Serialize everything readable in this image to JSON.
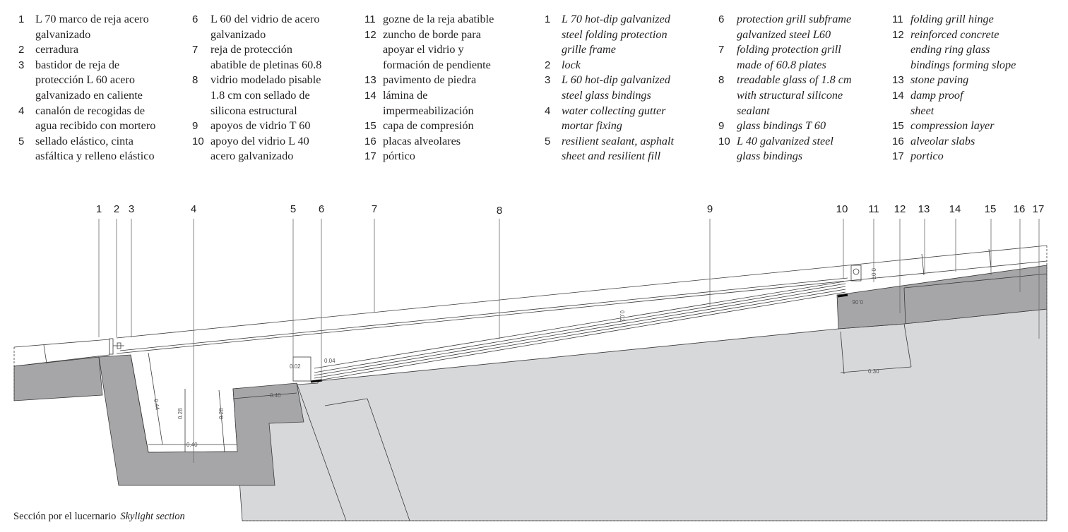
{
  "legend": {
    "spanish": [
      {
        "num": "1",
        "text": "L 70 marco de reja acero\ngalvanizado"
      },
      {
        "num": "2",
        "text": "cerradura"
      },
      {
        "num": "3",
        "text": "bastidor de reja de\nprotección L 60 acero\ngalvanizado en caliente"
      },
      {
        "num": "4",
        "text": "canalón de recogidas de\nagua recibido con mortero"
      },
      {
        "num": "5",
        "text": "sellado elástico, cinta\nasfáltica y relleno elástico"
      },
      {
        "num": "6",
        "text": "L 60 del vidrio de acero\ngalvanizado"
      },
      {
        "num": "7",
        "text": "reja de protección\nabatible de pletinas 60.8"
      },
      {
        "num": "8",
        "text": "vidrio modelado pisable\n1.8 cm con sellado de\nsilicona estructural"
      },
      {
        "num": "9",
        "text": "apoyos de vidrio T 60"
      },
      {
        "num": "10",
        "text": "apoyo del vidrio L 40\nacero galvanizado"
      },
      {
        "num": "11",
        "text": "gozne de la reja abatible"
      },
      {
        "num": "12",
        "text": "zuncho de borde para\napoyar el vidrio y\nformación de pendiente"
      },
      {
        "num": "13",
        "text": "pavimento de piedra"
      },
      {
        "num": "14",
        "text": "lámina de\nimpermeabilización"
      },
      {
        "num": "15",
        "text": "capa de compresión"
      },
      {
        "num": "16",
        "text": "placas alveolares"
      },
      {
        "num": "17",
        "text": "pórtico"
      }
    ],
    "english": [
      {
        "num": "1",
        "text": "L 70 hot-dip galvanized\nsteel folding protection\ngrille frame"
      },
      {
        "num": "2",
        "text": "lock"
      },
      {
        "num": "3",
        "text": "L 60 hot-dip galvanized\nsteel glass bindings"
      },
      {
        "num": "4",
        "text": "water collecting gutter\nmortar fixing"
      },
      {
        "num": "5",
        "text": "resilient sealant, asphalt\nsheet and resilient fill"
      },
      {
        "num": "6",
        "text": "protection grill subframe\ngalvanized steel L60"
      },
      {
        "num": "7",
        "text": "folding protection grill\nmade of 60.8 plates"
      },
      {
        "num": "8",
        "text": "treadable glass of 1.8 cm\nwith structural silicone\nsealant"
      },
      {
        "num": "9",
        "text": "glass bindings T 60"
      },
      {
        "num": "10",
        "text": "L 40 galvanized steel\nglass bindings"
      },
      {
        "num": "11",
        "text": "folding grill hinge"
      },
      {
        "num": "12",
        "text": "reinforced concrete\nending ring glass\nbindings forming slope"
      },
      {
        "num": "13",
        "text": "stone paving"
      },
      {
        "num": "14",
        "text": "damp proof\nsheet"
      },
      {
        "num": "15",
        "text": "compression layer"
      },
      {
        "num": "16",
        "text": "alveolar slabs"
      },
      {
        "num": "17",
        "text": "portico"
      }
    ]
  },
  "callouts": [
    "1",
    "2",
    "3",
    "4",
    "5",
    "6",
    "7",
    "8",
    "9",
    "10",
    "11",
    "12",
    "13",
    "14",
    "15",
    "16",
    "17"
  ],
  "dimensions": {
    "gutter_slope": "0.44",
    "gutter_depth_left": "0.28",
    "gutter_depth_right": "0.28",
    "gutter_width": "0.40",
    "wall_width": "0.40",
    "seal_gap": "0.02",
    "angle_leg": "0.04",
    "glass_thickness": "0.02",
    "hinge_height": "0.07",
    "end_angle": "0.06",
    "ring_beam_width": "0.30"
  },
  "caption": {
    "spanish": "Sección por el lucernario",
    "english": "Skylight section"
  },
  "colors": {
    "dark_fill": "#a6a6a8",
    "light_fill": "#d7d8da",
    "line": "#3a3a3a"
  }
}
